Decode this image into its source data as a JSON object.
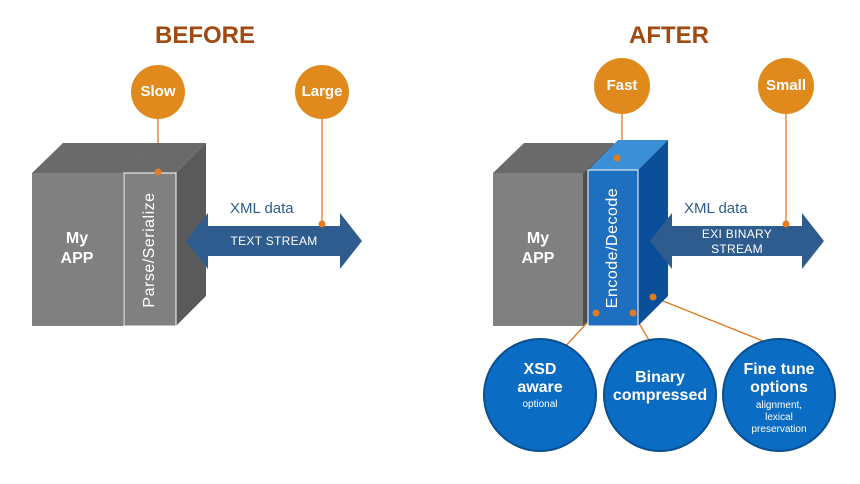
{
  "before": {
    "heading": "BEFORE",
    "speed_tag": "Slow",
    "size_tag": "Large",
    "app_line1": "My",
    "app_line2": "APP",
    "processor": "Parse/Serialize",
    "data_label": "XML data",
    "stream_label": "TEXT STREAM"
  },
  "after": {
    "heading": "AFTER",
    "speed_tag": "Fast",
    "size_tag": "Small",
    "app_line1": "My",
    "app_line2": "APP",
    "processor": "Encode/Decode",
    "data_label": "XML data",
    "stream_line1": "EXI BINARY",
    "stream_line2": "STREAM",
    "features": [
      {
        "title_line1": "XSD",
        "title_line2": "aware",
        "sub_line1": "optional",
        "sub_line2": "",
        "sub_line3": ""
      },
      {
        "title_line1": "Binary",
        "title_line2": "compressed",
        "sub_line1": "",
        "sub_line2": "",
        "sub_line3": ""
      },
      {
        "title_line1": "Fine tune",
        "title_line2": "options",
        "sub_line1": "alignment,",
        "sub_line2": "lexical",
        "sub_line3": "preservation"
      }
    ]
  },
  "colors": {
    "heading": "#a04a12",
    "tag_orange": "#e08a1e",
    "connector": "#e07b20",
    "app_front": "#808080",
    "app_top": "#6a6a6a",
    "parse_side": "#5a5a5a",
    "encode_front": "#1f6fc0",
    "encode_top": "#3a8fd6",
    "encode_side": "#0b4f9a",
    "arrow": "#2f5c8f",
    "feature_fill": "#0b6cc4"
  }
}
